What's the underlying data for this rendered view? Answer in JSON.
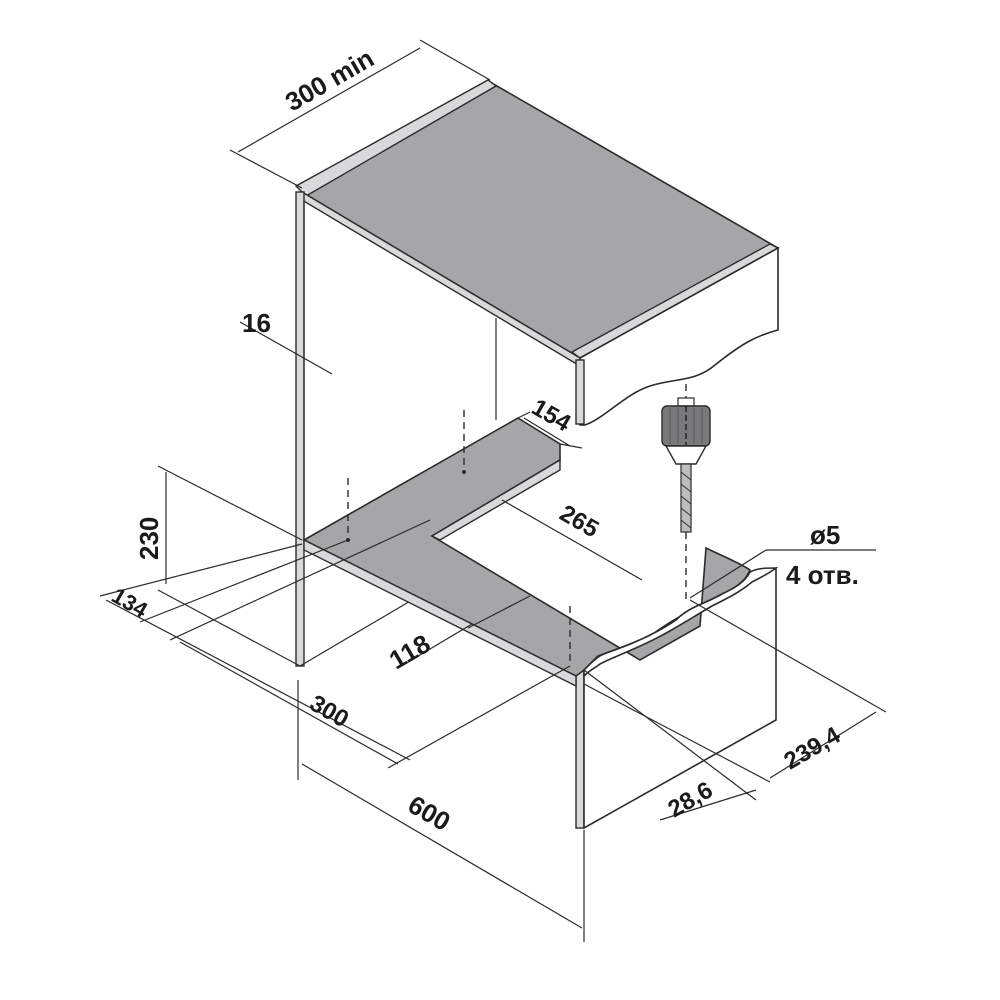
{
  "diagram": {
    "title": "Cabinet installation dimensions with drilling template",
    "labels": {
      "top_depth": "300 min",
      "panel_thickness": "16",
      "cutout_depth": "154",
      "cutout_width": "265",
      "height": "230",
      "left_offset": "134",
      "front_strip": "118",
      "depth": "300",
      "width": "600",
      "hole_diameter": "ø5",
      "hole_count": "4 отв.",
      "right_offset_a": "239,4",
      "right_offset_b": "28,6"
    },
    "colors": {
      "panel_fill": "#a6a6a8",
      "edge_fill": "#d9d9db",
      "line": "#2b2b2b",
      "background": "#ffffff"
    },
    "components": [
      "top-panel",
      "left-side-panel",
      "right-side-panel",
      "bottom-template-plate",
      "drill-bit"
    ]
  }
}
